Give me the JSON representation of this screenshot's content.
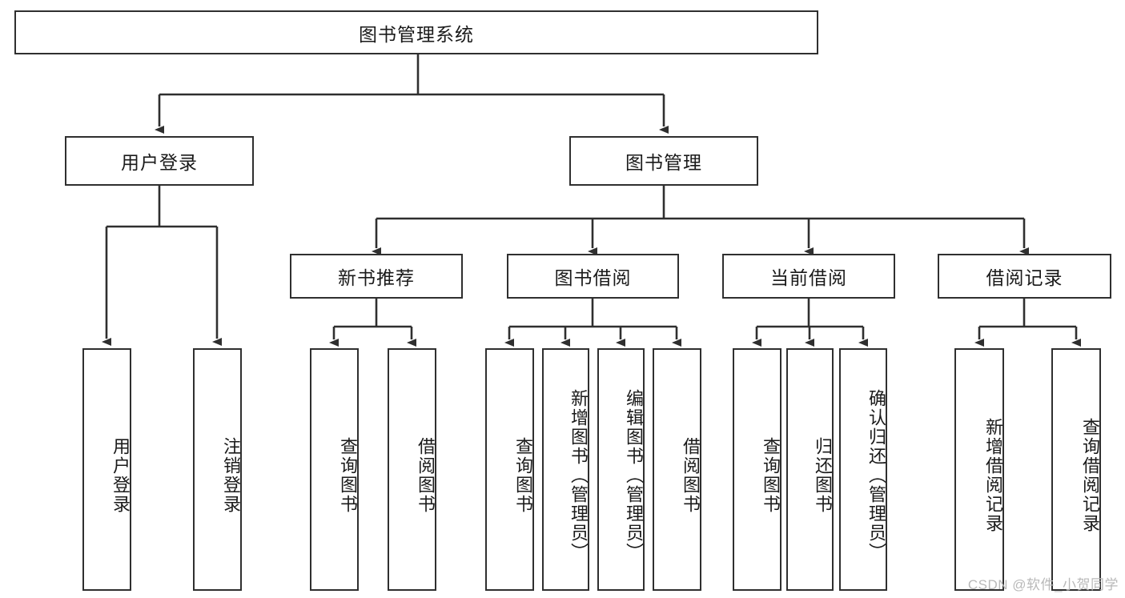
{
  "diagram": {
    "type": "tree",
    "title": "图书管理系统",
    "watermark": "CSDN @软件_小贺同学",
    "nodes": {
      "root": {
        "label": "图书管理系统",
        "orientation": "horizontal"
      },
      "l1": [
        {
          "id": "user-login",
          "label": "用户登录",
          "orientation": "horizontal"
        },
        {
          "id": "book-manage",
          "label": "图书管理",
          "orientation": "horizontal"
        }
      ],
      "l2": [
        {
          "id": "new-book-recommend",
          "label": "新书推荐",
          "orientation": "horizontal"
        },
        {
          "id": "book-borrow",
          "label": "图书借阅",
          "orientation": "horizontal"
        },
        {
          "id": "current-borrow",
          "label": "当前借阅",
          "orientation": "horizontal"
        },
        {
          "id": "borrow-record",
          "label": "借阅记录",
          "orientation": "horizontal"
        }
      ],
      "leaves": [
        {
          "id": "leaf-user-login",
          "label": "用户登录",
          "parent": "user-login",
          "orientation": "vertical"
        },
        {
          "id": "leaf-logout",
          "label": "注销登录",
          "parent": "user-login",
          "orientation": "vertical"
        },
        {
          "id": "leaf-query-book-1",
          "label": "查询图书",
          "parent": "new-book-recommend",
          "orientation": "vertical"
        },
        {
          "id": "leaf-borrow-book-1",
          "label": "借阅图书",
          "parent": "new-book-recommend",
          "orientation": "vertical"
        },
        {
          "id": "leaf-query-book-2",
          "label": "查询图书",
          "parent": "book-borrow",
          "orientation": "vertical"
        },
        {
          "id": "leaf-add-book",
          "label": "新增图书（管理员）",
          "parent": "book-borrow",
          "orientation": "vertical"
        },
        {
          "id": "leaf-edit-book",
          "label": "编辑图书（管理员）",
          "parent": "book-borrow",
          "orientation": "vertical"
        },
        {
          "id": "leaf-borrow-book-2",
          "label": "借阅图书",
          "parent": "book-borrow",
          "orientation": "vertical"
        },
        {
          "id": "leaf-query-book-3",
          "label": "查询图书",
          "parent": "current-borrow",
          "orientation": "vertical"
        },
        {
          "id": "leaf-return-book",
          "label": "归还图书",
          "parent": "current-borrow",
          "orientation": "vertical"
        },
        {
          "id": "leaf-confirm-return",
          "label": "确认归还（管理员）",
          "parent": "current-borrow",
          "orientation": "vertical"
        },
        {
          "id": "leaf-add-record",
          "label": "新增借阅记录",
          "parent": "borrow-record",
          "orientation": "vertical"
        },
        {
          "id": "leaf-query-record",
          "label": "查询借阅记录",
          "parent": "borrow-record",
          "orientation": "vertical"
        }
      ]
    },
    "colors": {
      "stroke": "#2f2f2f",
      "fill": "#ffffff",
      "text": "#1a1a1a",
      "watermark": "#b9b9b9"
    }
  }
}
